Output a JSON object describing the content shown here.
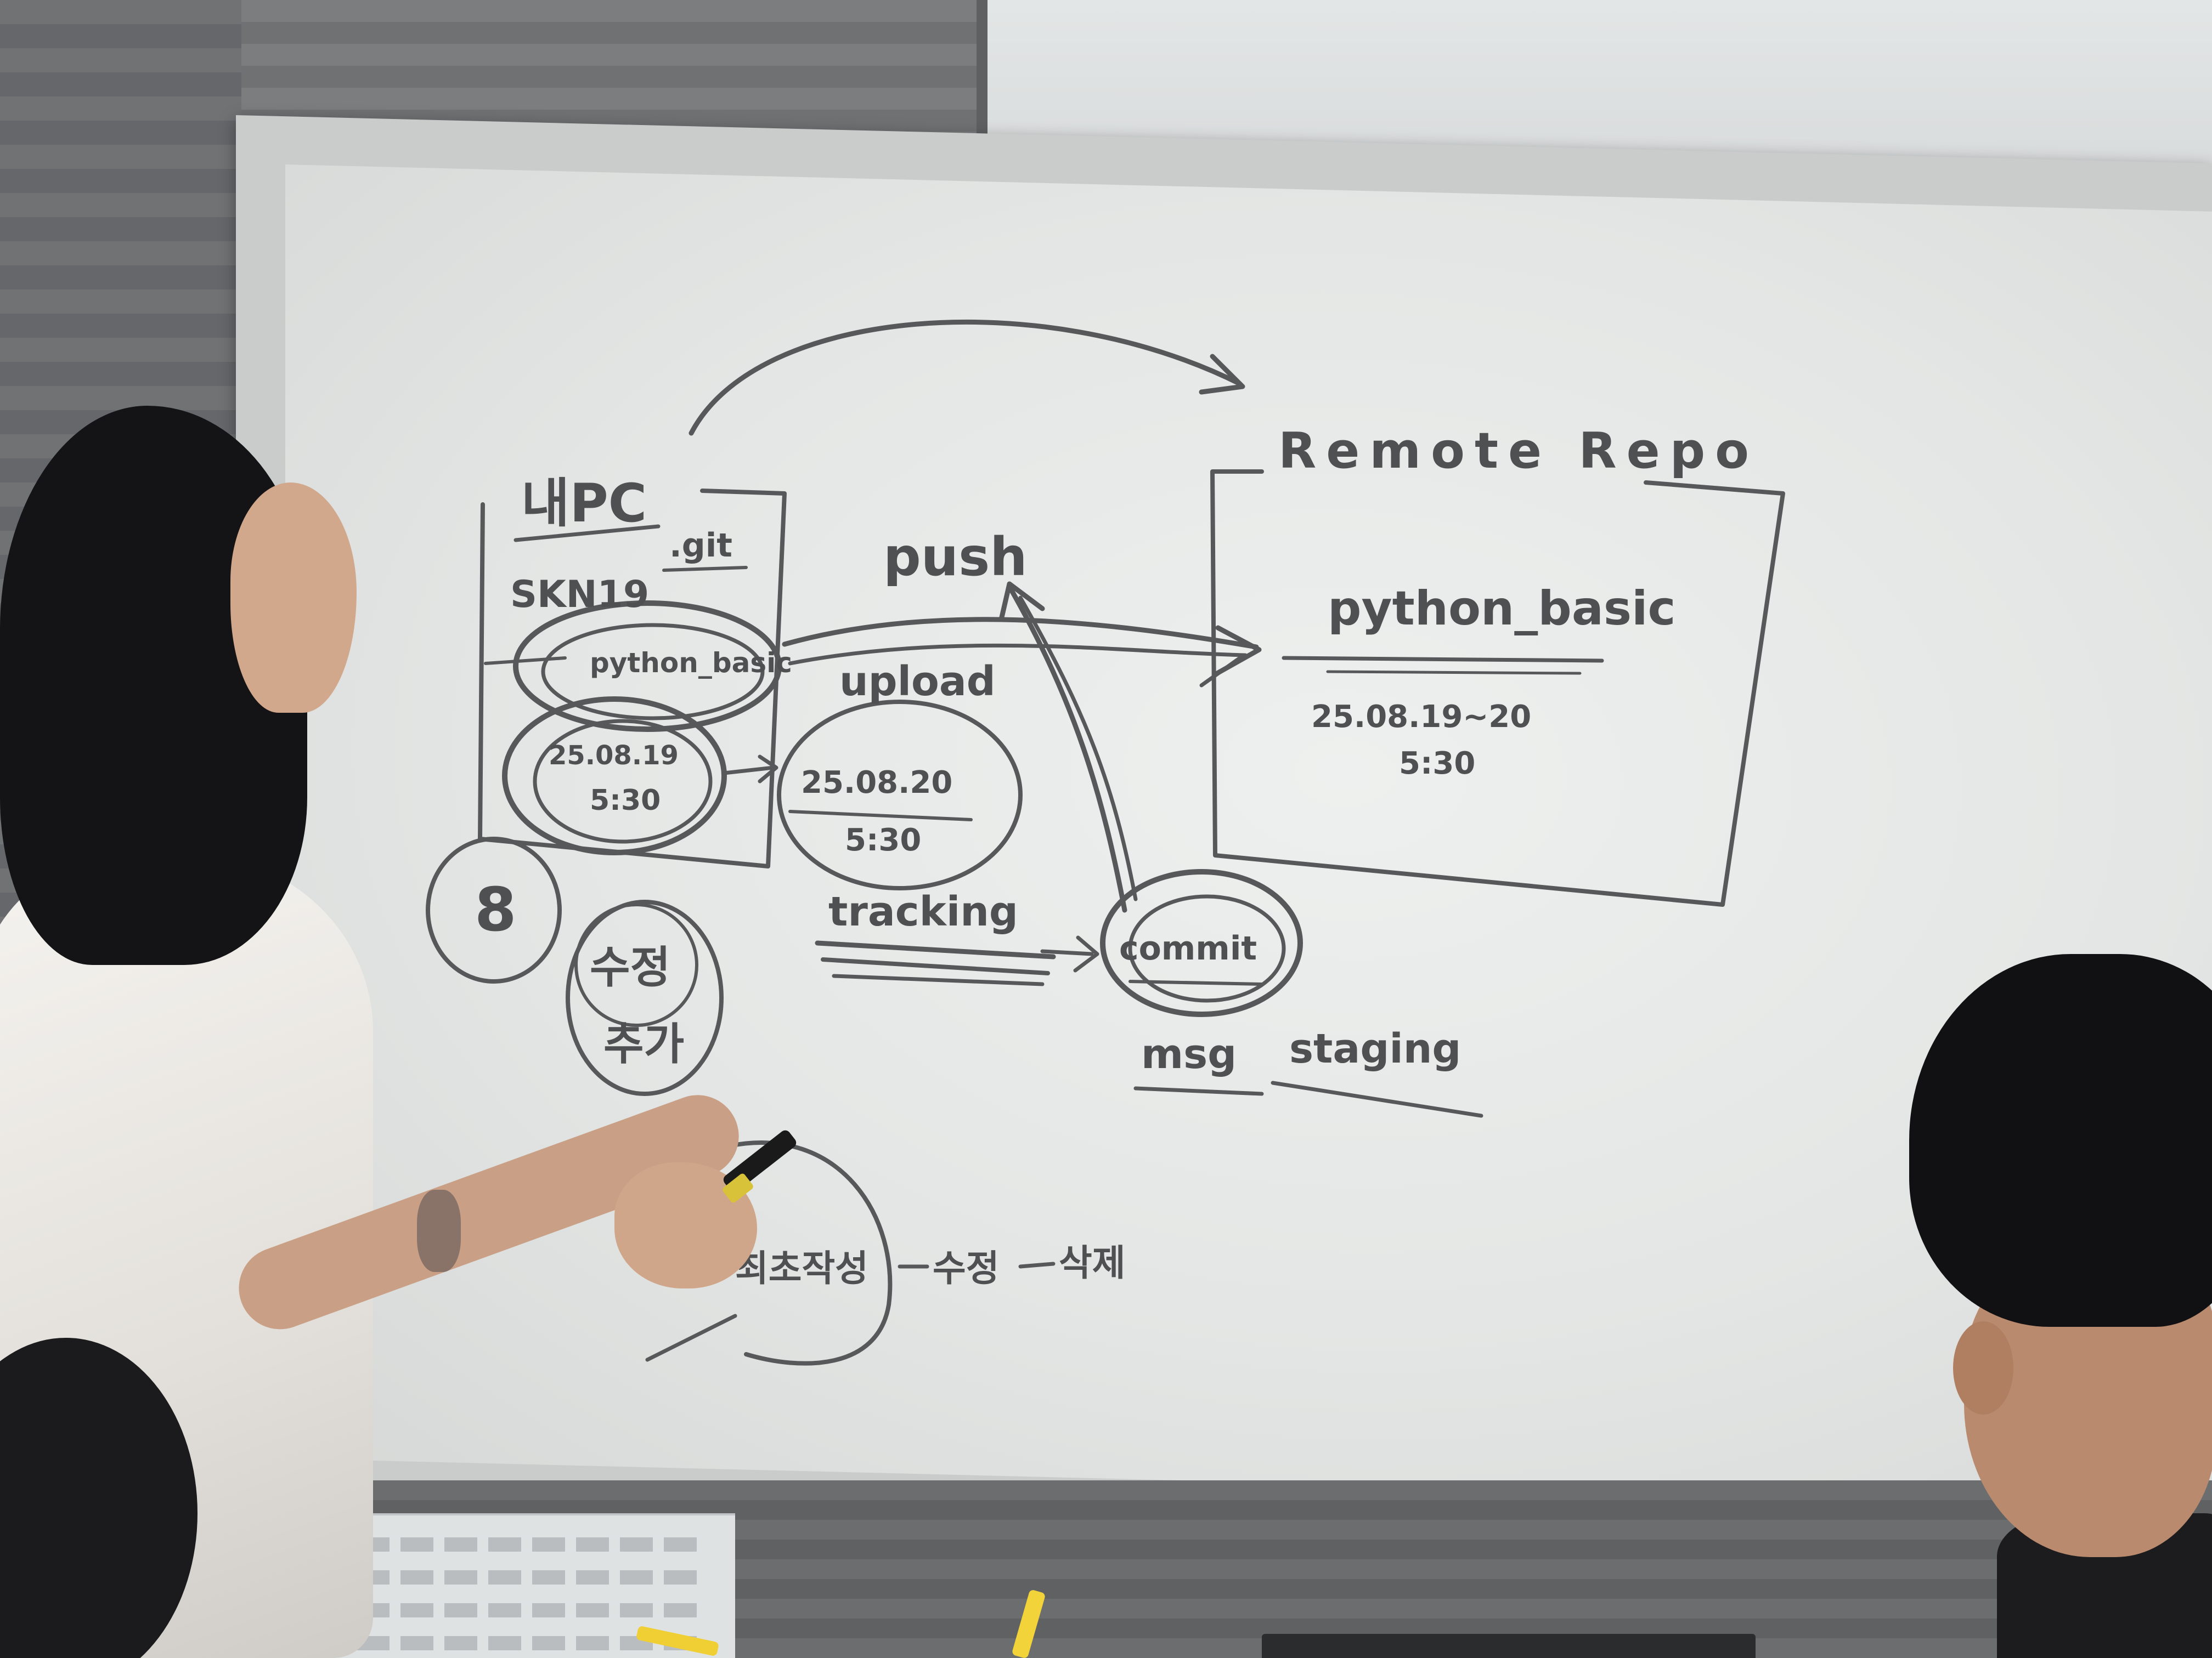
{
  "scene": {
    "board_text": {
      "local_pc": "내PC",
      "git": ".git",
      "skn19": "SKN19",
      "python_basic_local": "python_basic",
      "date_local": "25.08.19",
      "time_local": "5:30",
      "date_upload": "25.08.20",
      "time_upload": "5:30",
      "push": "push",
      "upload": "upload",
      "tracking": "tracking",
      "commit": "commit",
      "msg": "msg",
      "staging": "staging",
      "remote_repo": "Remote Repo",
      "python_basic_remote": "python_basic",
      "date_remote": "25.08.19~20",
      "time_remote": "5:30",
      "number_8": "8",
      "circle_top": "수정",
      "circle_bottom": "추가",
      "flow_step1": "최초작성",
      "flow_step2": "수정",
      "flow_step3": "삭제"
    },
    "colors": {
      "marker_ink": "#56585a",
      "whiteboard": "#e8eae9",
      "wall": "#6b6d6f"
    }
  }
}
